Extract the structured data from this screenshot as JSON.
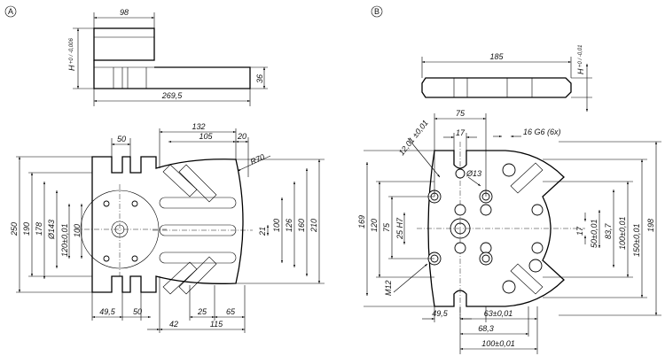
{
  "views": {
    "a": {
      "label": "A",
      "side": {
        "top_width": "98",
        "height": "H",
        "height_tol": "+0 / -0,006",
        "overall_length": "269,5",
        "base_height": "36"
      },
      "plan": {
        "top_dims": [
          "132",
          "50",
          "105",
          "20",
          "R70"
        ],
        "left_dims": [
          "250",
          "190",
          "178",
          "Ø143",
          "120±0,01",
          "100"
        ],
        "right_dims": [
          "21",
          "100",
          "126",
          "160",
          "210"
        ],
        "bottom_dims": [
          "49,5",
          "50",
          "25",
          "65",
          "42",
          "115"
        ]
      }
    },
    "b": {
      "label": "B",
      "side": {
        "length": "185",
        "height": "H",
        "height_tol": "+0 / -0,01"
      },
      "plan": {
        "top_dims": [
          "75",
          "17",
          "12,01 ±0,01",
          "16 G6 (6x)",
          "Ø13"
        ],
        "left_dims": [
          "169",
          "120",
          "75",
          "25 H7",
          "M12"
        ],
        "right_dims": [
          "17",
          "50±0,01",
          "83,7",
          "100±0,01",
          "150±0,01",
          "198"
        ],
        "bottom_dims": [
          "49,5",
          "63±0,01",
          "68,3",
          "100±0,01"
        ]
      }
    }
  }
}
